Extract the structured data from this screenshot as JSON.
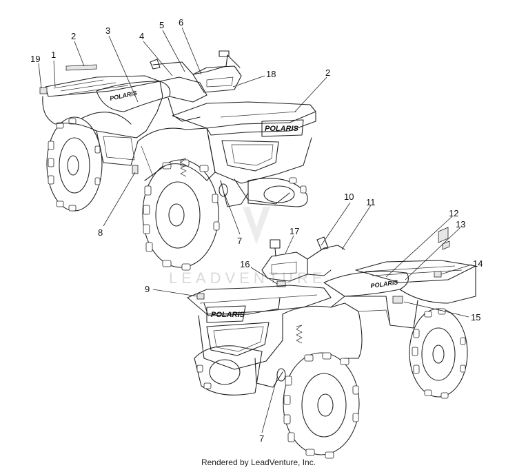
{
  "callouts": [
    "19",
    "1",
    "2",
    "3",
    "4",
    "5",
    "6",
    "18",
    "2",
    "8",
    "7",
    "10",
    "11",
    "12",
    "13",
    "14",
    "17",
    "16",
    "9",
    "15",
    "7"
  ],
  "logos": {
    "seat_logo": "POLARIS",
    "front_logo": "POLARIS"
  },
  "watermark": "LEADVENTURE",
  "footer": "Rendered by LeadVenture, Inc."
}
